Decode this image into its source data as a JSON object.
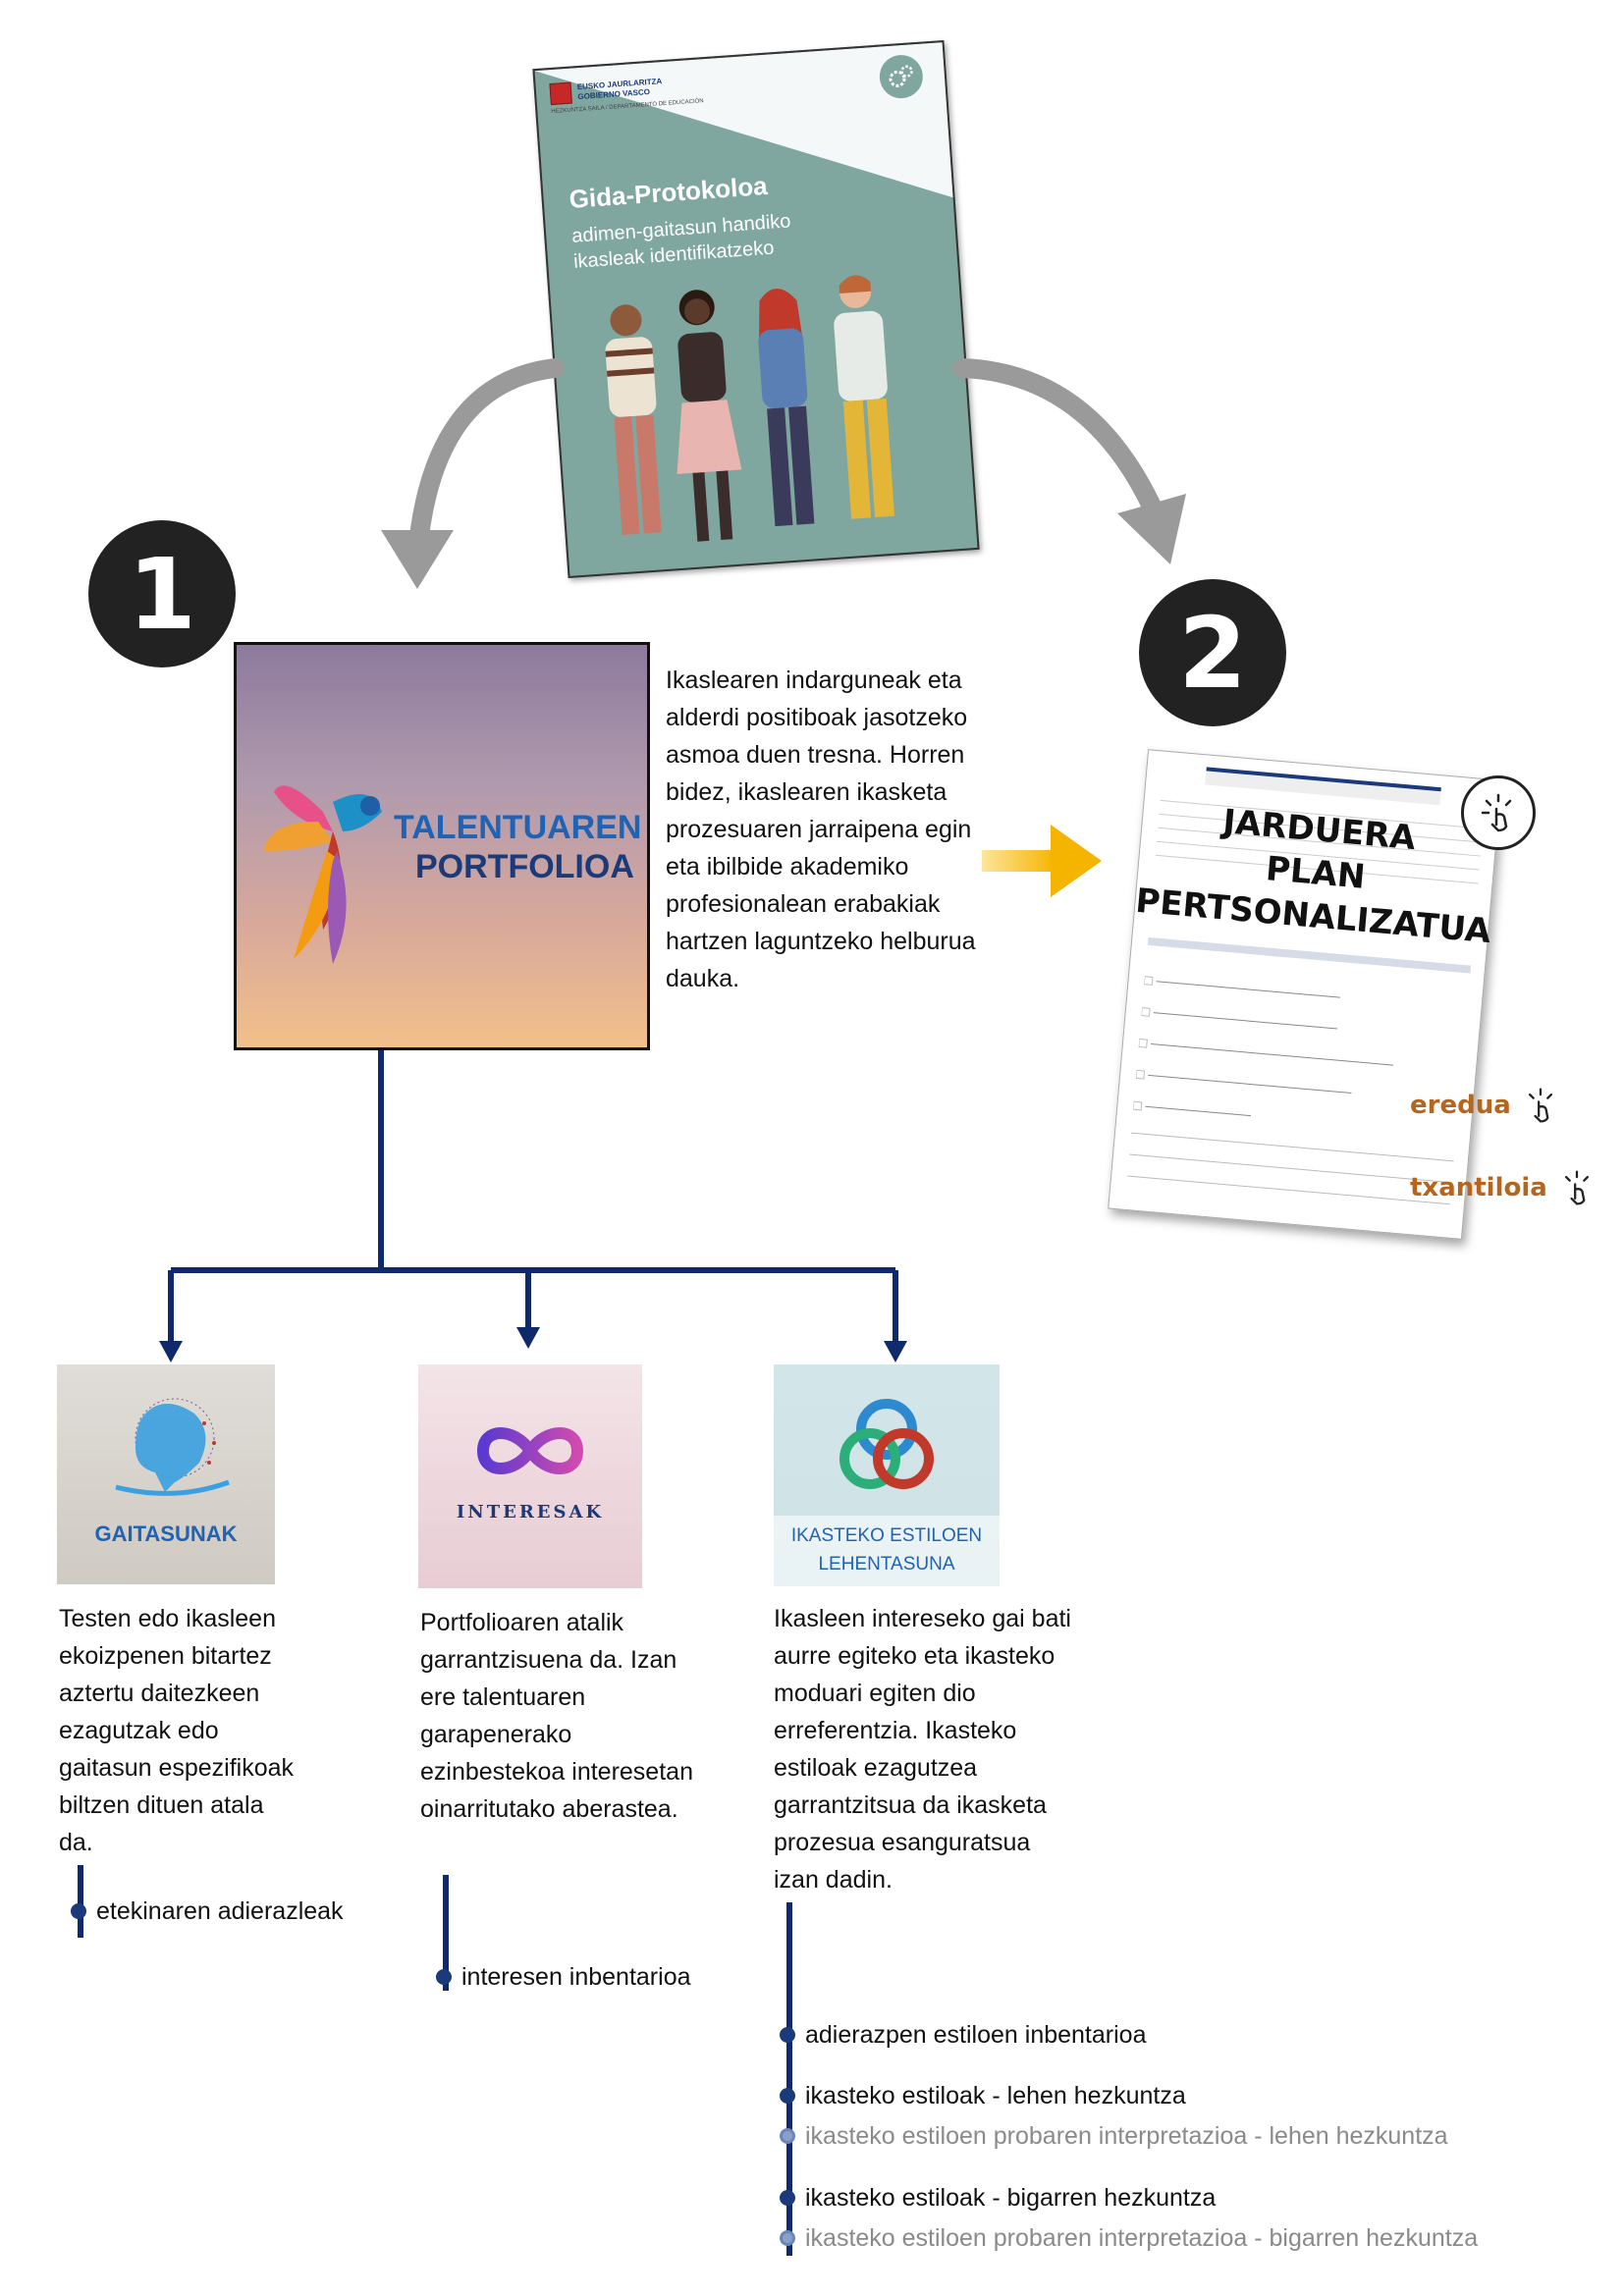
{
  "guide_book": {
    "logo_text": [
      "EUSKO JAURLARITZA",
      "GOBIERNO VASCO"
    ],
    "dept_text": "HEZKUNTZA SAILA / DEPARTAMENTO DE EDUCACIÓN",
    "title": "Gida-Protokoloa",
    "subtitle_line1": "adimen-gaitasun handiko",
    "subtitle_line2": "ikasleak identifikatzeko"
  },
  "step1": {
    "number": "1",
    "card_line1": "TALENTUAREN",
    "card_line2": "PORTFOLIOA",
    "description": "Ikaslearen indarguneak eta alderdi positiboak jasotzeko asmoa duen tresna. Horren bidez, ikaslearen ikasketa prozesuaren jarraipena egin eta ibilbide akademiko profesionalean erabakiak hartzen laguntzeko helburua dauka."
  },
  "step2": {
    "number": "2",
    "doc_title_line1": "JARDUERA",
    "doc_title_line2": "PLAN",
    "doc_title_line3": "PERTSONALIZATUA",
    "link_model": "eredua",
    "link_template": "txantiloia"
  },
  "sections": [
    {
      "card_label": "GAITASUNAK",
      "description": "Testen edo ikasleen ekoizpenen bitartez aztertu daitezkeen ezagutzak edo gaitasun espezifikoak biltzen dituen atala da.",
      "links": [
        {
          "label": "etekinaren adierazleak",
          "muted": false
        }
      ]
    },
    {
      "card_label": "INTERESAK",
      "description": "Portfolioaren atalik garrantzisuena da. Izan ere talentuaren garapenerako ezinbestekoa interesetan oinarritutako aberastea.",
      "links": [
        {
          "label": "interesen inbentarioa",
          "muted": false
        }
      ]
    },
    {
      "card_label_line1": "IKASTEKO ESTILOEN",
      "card_label_line2": "LEHENTASUNA",
      "description": "Ikasleen intereseko gai bati aurre egiteko eta ikasteko moduari egiten dio erreferentzia. Ikasteko estiloak ezagutzea garrantzitsua da ikasketa prozesua esanguratsua izan dadin.",
      "links": [
        {
          "label": "adierazpen estiloen inbentarioa",
          "muted": false
        },
        {
          "label": "ikasteko estiloak - lehen hezkuntza",
          "muted": false
        },
        {
          "label": "ikasteko estiloen probaren interpretazioa - lehen hezkuntza",
          "muted": true
        },
        {
          "label": "ikasteko estiloak - bigarren hezkuntza",
          "muted": false
        },
        {
          "label": "ikasteko estiloen probaren interpretazioa - bigarren hezkuntza",
          "muted": true
        }
      ]
    }
  ],
  "colors": {
    "connector": "#0f2a6b",
    "arrow_gray": "#9a9a9a",
    "arrow_yellow": "#f5b400",
    "link_orange": "#b5651d"
  }
}
